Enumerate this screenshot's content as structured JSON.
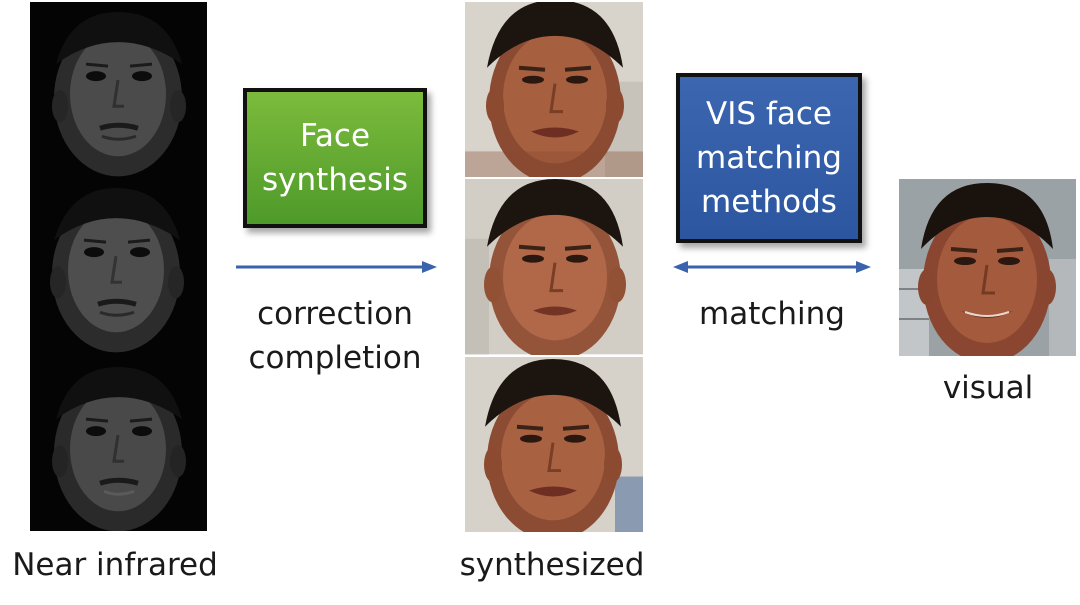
{
  "columns": {
    "near_infrared": {
      "caption": "Near infrared",
      "photo_count": 3
    },
    "synthesized": {
      "caption": "synthesized",
      "photo_count": 3
    },
    "visual": {
      "caption": "visual"
    }
  },
  "boxes": {
    "face_synthesis": {
      "lines": [
        "Face",
        "synthesis"
      ],
      "color": "#5faa30"
    },
    "vis_matching": {
      "lines": [
        "VIS face",
        "matching",
        "methods"
      ],
      "color": "#3560a8"
    }
  },
  "arrows": {
    "synthesis_arrow": {
      "labels": [
        "correction",
        "completion"
      ],
      "color": "#3a62ad"
    },
    "matching_arrow": {
      "label": "matching",
      "color": "#3a62ad"
    }
  }
}
